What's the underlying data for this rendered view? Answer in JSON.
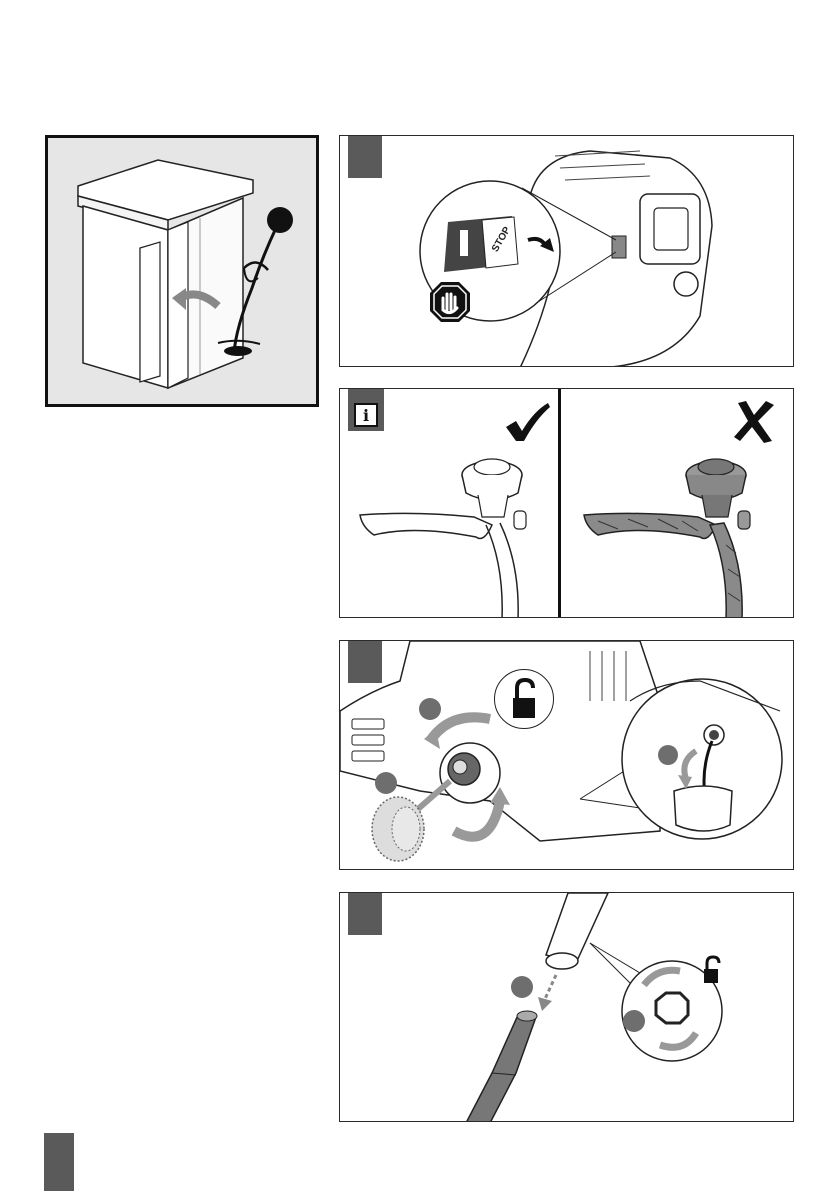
{
  "manual_page": {
    "storage_panel": {
      "icon": "storage-cabinet-icon"
    },
    "step_stop_engine": {
      "icons": [
        "stop-sticker-icon",
        "stop-hand-icon",
        "arrow-right-icon"
      ],
      "sticker_text": "STOP",
      "switch_mark": "I"
    },
    "info_panel": {
      "info_glyph": "i",
      "good_icon": "checkmark-icon",
      "bad_icon": "cross-icon"
    },
    "step_drain_fuel": {
      "icons": [
        "unlock-icon",
        "fuel-cap-icon",
        "filter-icon",
        "canister-icon"
      ]
    },
    "step_remove_shaft": {
      "icons": [
        "unlock-icon",
        "hex-nut-icon",
        "shaft-icon"
      ]
    },
    "colors": {
      "tab": "#5a5a5a",
      "frame": "#222222",
      "storage_bg": "#e6e6e6",
      "callout_dot": "#6e6e6e"
    }
  }
}
